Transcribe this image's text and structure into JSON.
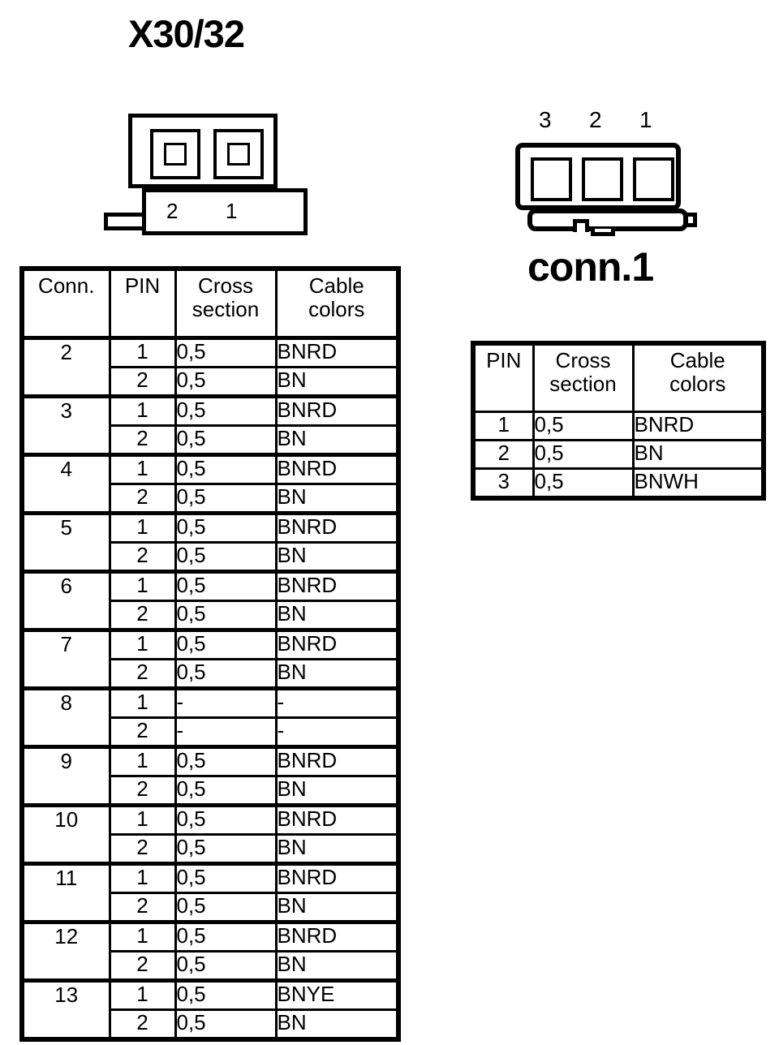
{
  "title": "X30/32",
  "left_connector": {
    "name": "connector-2-pin",
    "pin_labels": [
      "2",
      "1"
    ]
  },
  "right_connector": {
    "name": "connector-3-pin",
    "pin_labels": [
      "3",
      "2",
      "1"
    ],
    "caption": "conn.1"
  },
  "main_table": {
    "headers": {
      "conn": "Conn.",
      "pin": "PIN",
      "cross_section_line1": "Cross",
      "cross_section_line2": "section",
      "cable_colors_line1": "Cable",
      "cable_colors_line2": "colors"
    },
    "groups": [
      {
        "conn": "2",
        "rows": [
          {
            "pin": "1",
            "cross": "0,5",
            "color": "BNRD"
          },
          {
            "pin": "2",
            "cross": "0,5",
            "color": "BN"
          }
        ]
      },
      {
        "conn": "3",
        "rows": [
          {
            "pin": "1",
            "cross": "0,5",
            "color": "BNRD"
          },
          {
            "pin": "2",
            "cross": "0,5",
            "color": "BN"
          }
        ]
      },
      {
        "conn": "4",
        "rows": [
          {
            "pin": "1",
            "cross": "0,5",
            "color": "BNRD"
          },
          {
            "pin": "2",
            "cross": "0,5",
            "color": "BN"
          }
        ]
      },
      {
        "conn": "5",
        "rows": [
          {
            "pin": "1",
            "cross": "0,5",
            "color": "BNRD"
          },
          {
            "pin": "2",
            "cross": "0,5",
            "color": "BN"
          }
        ]
      },
      {
        "conn": "6",
        "rows": [
          {
            "pin": "1",
            "cross": "0,5",
            "color": "BNRD"
          },
          {
            "pin": "2",
            "cross": "0,5",
            "color": "BN"
          }
        ]
      },
      {
        "conn": "7",
        "rows": [
          {
            "pin": "1",
            "cross": "0,5",
            "color": "BNRD"
          },
          {
            "pin": "2",
            "cross": "0,5",
            "color": "BN"
          }
        ]
      },
      {
        "conn": "8",
        "rows": [
          {
            "pin": "1",
            "cross": "-",
            "color": "-"
          },
          {
            "pin": "2",
            "cross": "-",
            "color": "-"
          }
        ]
      },
      {
        "conn": "9",
        "rows": [
          {
            "pin": "1",
            "cross": "0,5",
            "color": "BNRD"
          },
          {
            "pin": "2",
            "cross": "0,5",
            "color": "BN"
          }
        ]
      },
      {
        "conn": "10",
        "rows": [
          {
            "pin": "1",
            "cross": "0,5",
            "color": "BNRD"
          },
          {
            "pin": "2",
            "cross": "0,5",
            "color": "BN"
          }
        ]
      },
      {
        "conn": "11",
        "rows": [
          {
            "pin": "1",
            "cross": "0,5",
            "color": "BNRD"
          },
          {
            "pin": "2",
            "cross": "0,5",
            "color": "BN"
          }
        ]
      },
      {
        "conn": "12",
        "rows": [
          {
            "pin": "1",
            "cross": "0,5",
            "color": "BNRD"
          },
          {
            "pin": "2",
            "cross": "0,5",
            "color": "BN"
          }
        ]
      },
      {
        "conn": "13",
        "rows": [
          {
            "pin": "1",
            "cross": "0,5",
            "color": "BNYE"
          },
          {
            "pin": "2",
            "cross": "0,5",
            "color": "BN"
          }
        ]
      }
    ]
  },
  "conn1_table": {
    "headers": {
      "pin": "PIN",
      "cross_section_line1": "Cross",
      "cross_section_line2": "section",
      "cable_colors_line1": "Cable",
      "cable_colors_line2": "colors"
    },
    "rows": [
      {
        "pin": "1",
        "cross": "0,5",
        "color": "BNRD"
      },
      {
        "pin": "2",
        "cross": "0,5",
        "color": "BN"
      },
      {
        "pin": "3",
        "cross": "0,5",
        "color": "BNWH"
      }
    ]
  },
  "colors": {
    "ink": "#000000",
    "paper": "#ffffff"
  }
}
